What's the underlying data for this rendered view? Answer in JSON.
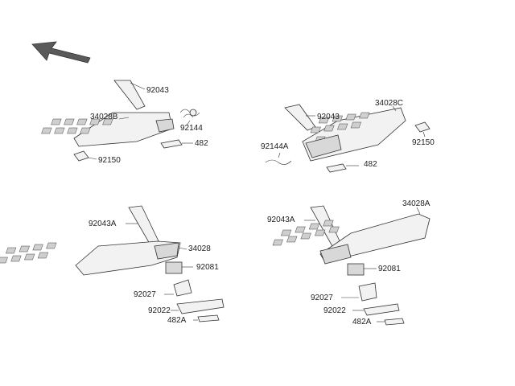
{
  "diagram": {
    "accent_color": "#333333",
    "icons": [
      "arrow-icon"
    ],
    "labels": {
      "a_92043": "92043",
      "a_34028B": "34028B",
      "a_92144": "92144",
      "a_482": "482",
      "a_92150": "92150",
      "b_92043": "92043",
      "b_34028C": "34028C",
      "b_92144A": "92144A",
      "b_92150": "92150",
      "b_482": "482",
      "c_92043A": "92043A",
      "c_34028": "34028",
      "c_92081": "92081",
      "c_92027": "92027",
      "c_92022": "92022",
      "c_482A": "482A",
      "d_92043A": "92043A",
      "d_34028A": "34028A",
      "d_92081": "92081",
      "d_92027": "92027",
      "d_92022": "92022",
      "d_482A": "482A"
    }
  }
}
